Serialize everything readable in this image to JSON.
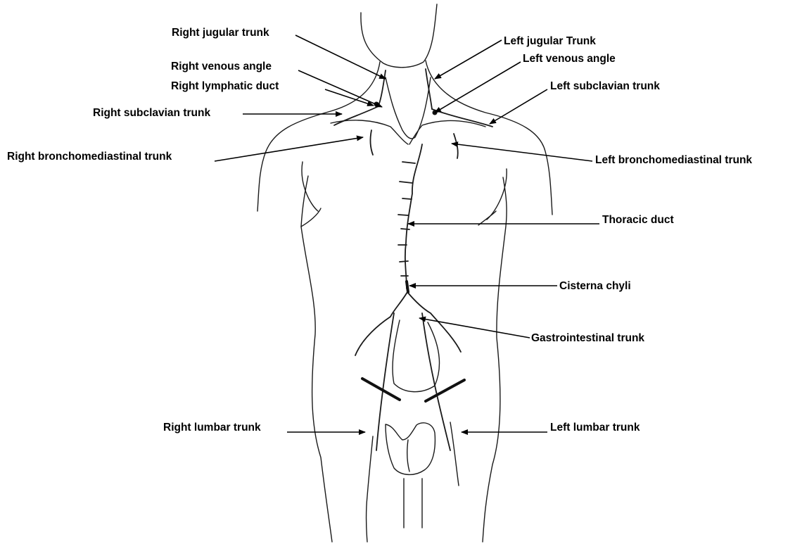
{
  "labels": {
    "right_jugular_trunk": "Right jugular trunk",
    "left_jugular_trunk": "Left jugular Trunk",
    "right_venous_angle": "Right venous angle",
    "left_venous_angle": "Left venous angle",
    "right_lymphatic_duct": "Right lymphatic duct",
    "left_subclavian_trunk": "Left subclavian trunk",
    "right_subclavian_trunk": "Right subclavian trunk",
    "right_bronchomediastinal_trunk": "Right bronchomediastinal trunk",
    "left_bronchomediastinal_trunk": "Left bronchomediastinal trunk",
    "thoracic_duct": "Thoracic duct",
    "cisterna_chyli": "Cisterna chyli",
    "gastrointestinal_trunk": "Gastrointestinal trunk",
    "right_lumbar_trunk": "Right lumbar trunk",
    "left_lumbar_trunk": "Left lumbar trunk"
  }
}
